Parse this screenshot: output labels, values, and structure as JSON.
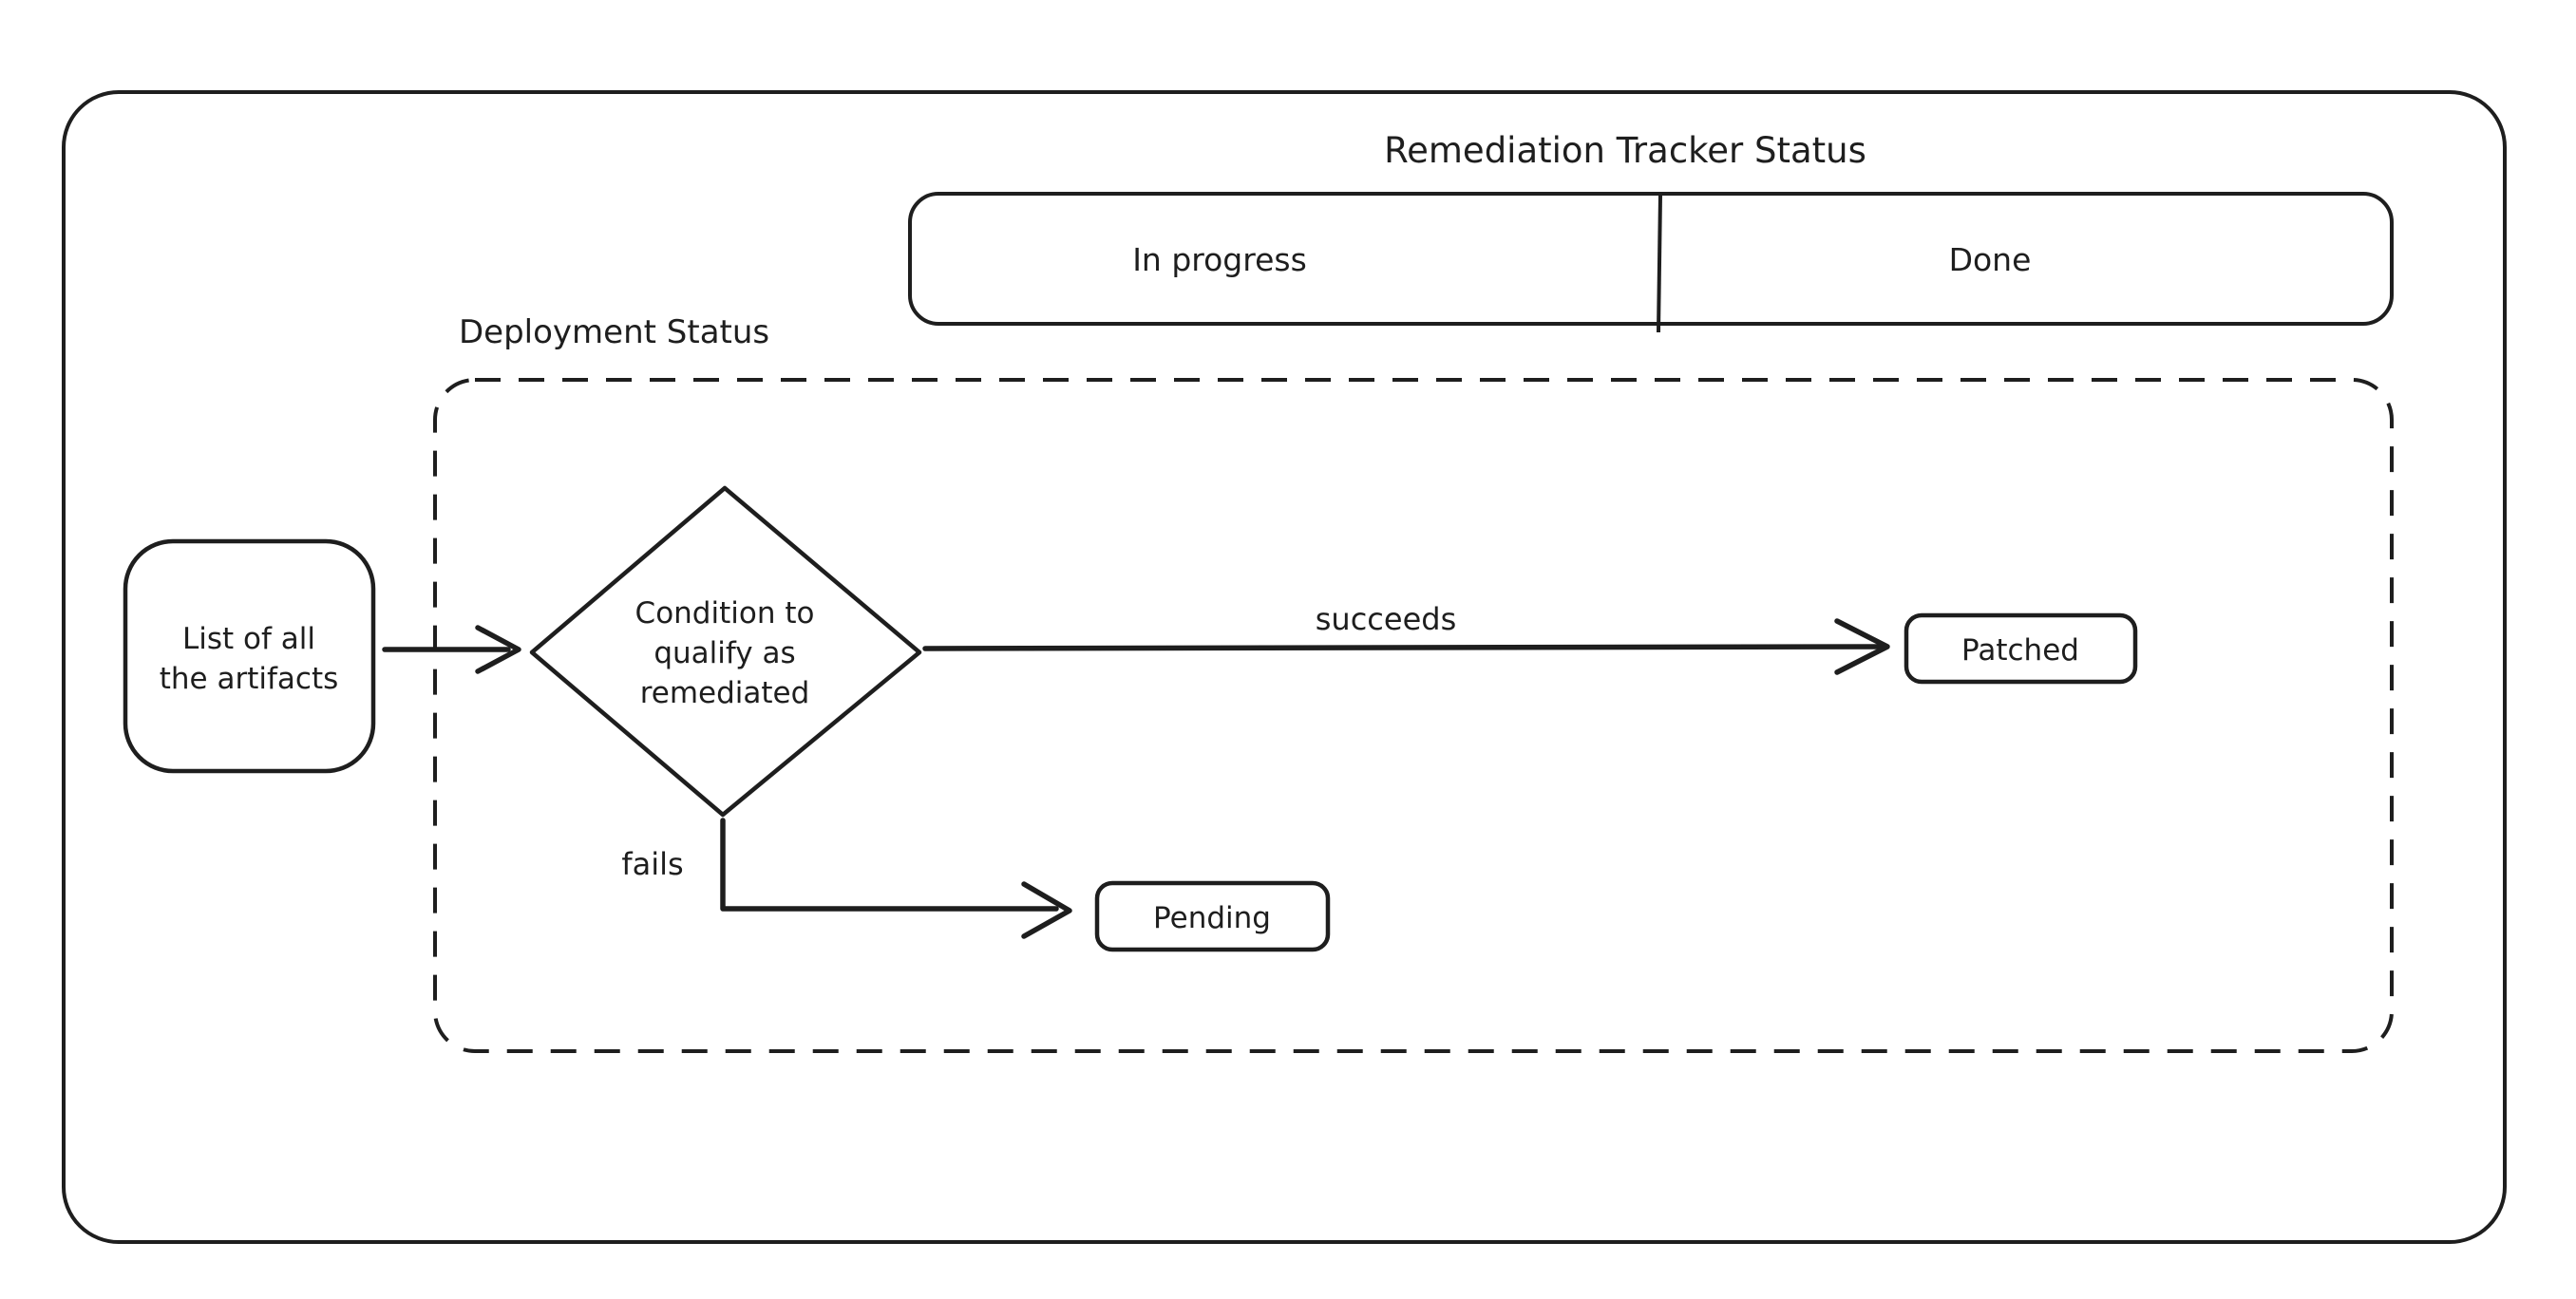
{
  "canvas": {
    "background": "#ffffff",
    "stroke_color": "#1e1e1e"
  },
  "tracker": {
    "title": "Remediation Tracker Status",
    "columns": [
      {
        "label": "In progress"
      },
      {
        "label": "Done"
      }
    ]
  },
  "deployment": {
    "label": "Deployment Status"
  },
  "nodes": {
    "artifacts": {
      "lines": [
        "List of all",
        "the artifacts"
      ]
    },
    "condition": {
      "lines": [
        "Condition to",
        "qualify as",
        "remediated"
      ]
    },
    "patched": {
      "label": "Patched"
    },
    "pending": {
      "label": "Pending"
    }
  },
  "edges": {
    "succeeds": {
      "label": "succeeds"
    },
    "fails": {
      "label": "fails"
    }
  }
}
